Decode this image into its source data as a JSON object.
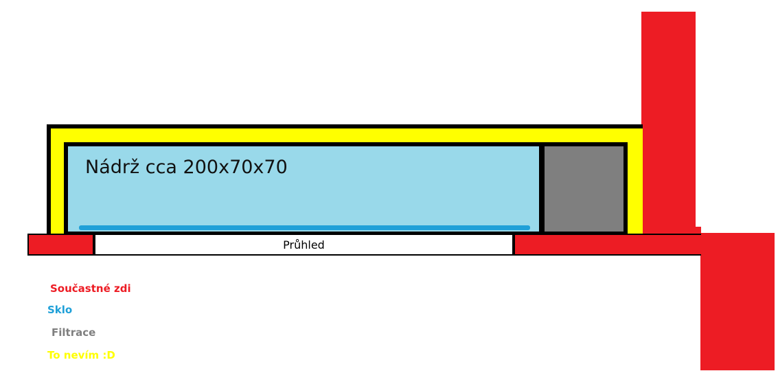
{
  "colors": {
    "wall": "#ed1c24",
    "glass": "#1fa0d8",
    "water": "#99d9ea",
    "filter": "#7f7f7f",
    "frame": "#ffff00",
    "outline": "#000000"
  },
  "diagram": {
    "tank_label": "Nádrž cca 200x70x70",
    "opening_label": "Průhled"
  },
  "legend": {
    "walls": "Součastné zdi",
    "glass": "Sklo",
    "filter": "Filtrace",
    "unknown": "To nevím :D"
  }
}
